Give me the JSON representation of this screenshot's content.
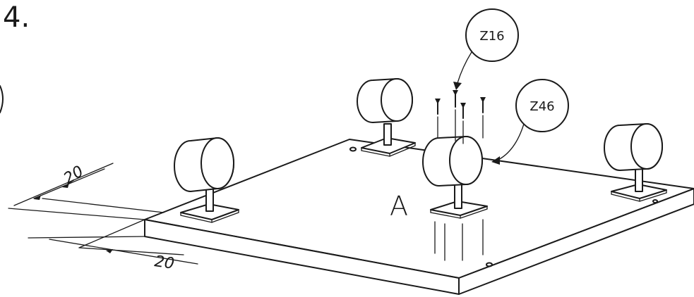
{
  "step_number": "4.",
  "callouts": {
    "screw_a": "Z16",
    "screw_b": "Z46"
  },
  "part_label": "A",
  "dimensions": {
    "upper": "20",
    "lower": "20"
  }
}
